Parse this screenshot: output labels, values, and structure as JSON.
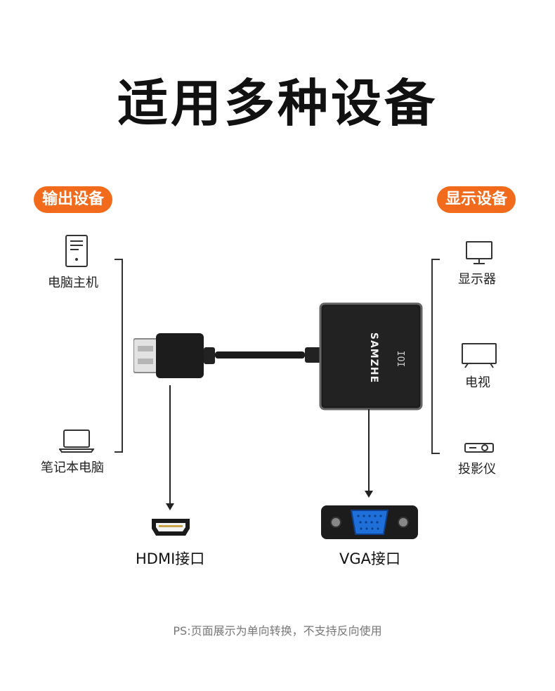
{
  "title": "适用多种设备",
  "output_section": {
    "header": "输出设备",
    "items": [
      {
        "label": "电脑主机",
        "icon": "desktop-tower-icon"
      },
      {
        "label": "笔记本电脑",
        "icon": "laptop-icon"
      }
    ]
  },
  "display_section": {
    "header": "显示设备",
    "items": [
      {
        "label": "显示器",
        "icon": "monitor-icon"
      },
      {
        "label": "电视",
        "icon": "tv-icon"
      },
      {
        "label": "投影仪",
        "icon": "projector-icon"
      }
    ]
  },
  "adapter": {
    "brand": "SAMZHE",
    "port_symbol": "IOI"
  },
  "ports": {
    "hdmi_label": "HDMI接口",
    "vga_label": "VGA接口"
  },
  "footnote": "PS:页面展示为单向转换，不支持反向使用",
  "colors": {
    "accent": "#f26a1b",
    "vga_blue": "#1e6fd9",
    "adapter_body": "#1c1c1c"
  }
}
